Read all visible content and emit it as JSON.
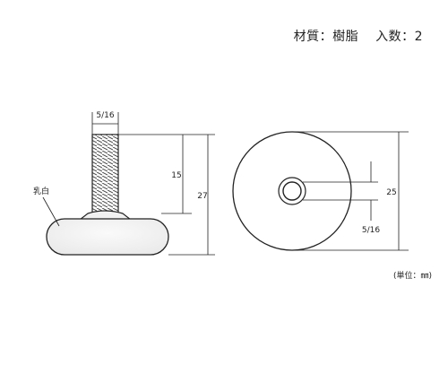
{
  "spec": {
    "material": "材質：樹脂",
    "quantity": "入数：2"
  },
  "side_view": {
    "label_milky_white": "乳白",
    "dim_thread": "5/16",
    "dim_thread_length": "15",
    "dim_total_height": "27"
  },
  "top_view": {
    "dim_diameter": "25",
    "dim_bore": "5/16"
  },
  "unit_note": "(単位：㎜)"
}
